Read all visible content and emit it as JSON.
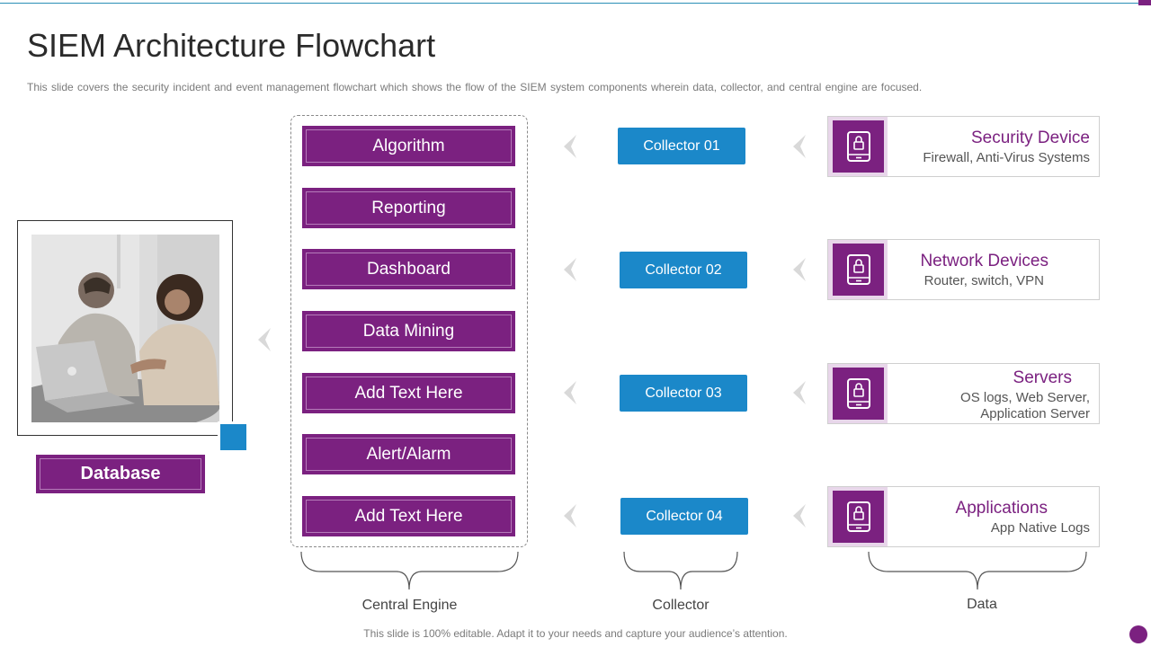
{
  "slide": {
    "title": "SIEM Architecture Flowchart",
    "subtitle": "This slide covers the security incident and event management flowchart which shows the flow of the SIEM system components wherein data, collector, and central engine are focused.",
    "footer": "This slide is 100% editable. Adapt it to your needs and capture your audience’s attention."
  },
  "database": {
    "label": "Database"
  },
  "central_engine": {
    "label": "Central Engine",
    "items": [
      "Algorithm",
      "Reporting",
      "Dashboard",
      "Data Mining",
      "Add Text Here",
      "Alert/Alarm",
      "Add Text Here"
    ]
  },
  "collectors": {
    "label": "Collector",
    "items": [
      "Collector 01",
      "Collector 02",
      "Collector 03",
      "Collector 04"
    ]
  },
  "data": {
    "label": "Data",
    "items": [
      {
        "name": "Security Device",
        "desc": [
          "Firewall, Anti-Virus Systems"
        ]
      },
      {
        "name": "Network Devices",
        "desc": [
          "Router, switch, VPN"
        ]
      },
      {
        "name": "Servers",
        "desc": [
          "OS logs, Web Server,",
          "Application Server"
        ]
      },
      {
        "name": "Applications",
        "desc": [
          "App Native Logs"
        ]
      }
    ]
  },
  "colors": {
    "purple": "#7b2180",
    "blue": "#1b88c9",
    "chevron": "#d9d9d9"
  },
  "icons": {
    "device": "mobile-lock-icon",
    "flow_arrow": "chevron-left-icon"
  }
}
